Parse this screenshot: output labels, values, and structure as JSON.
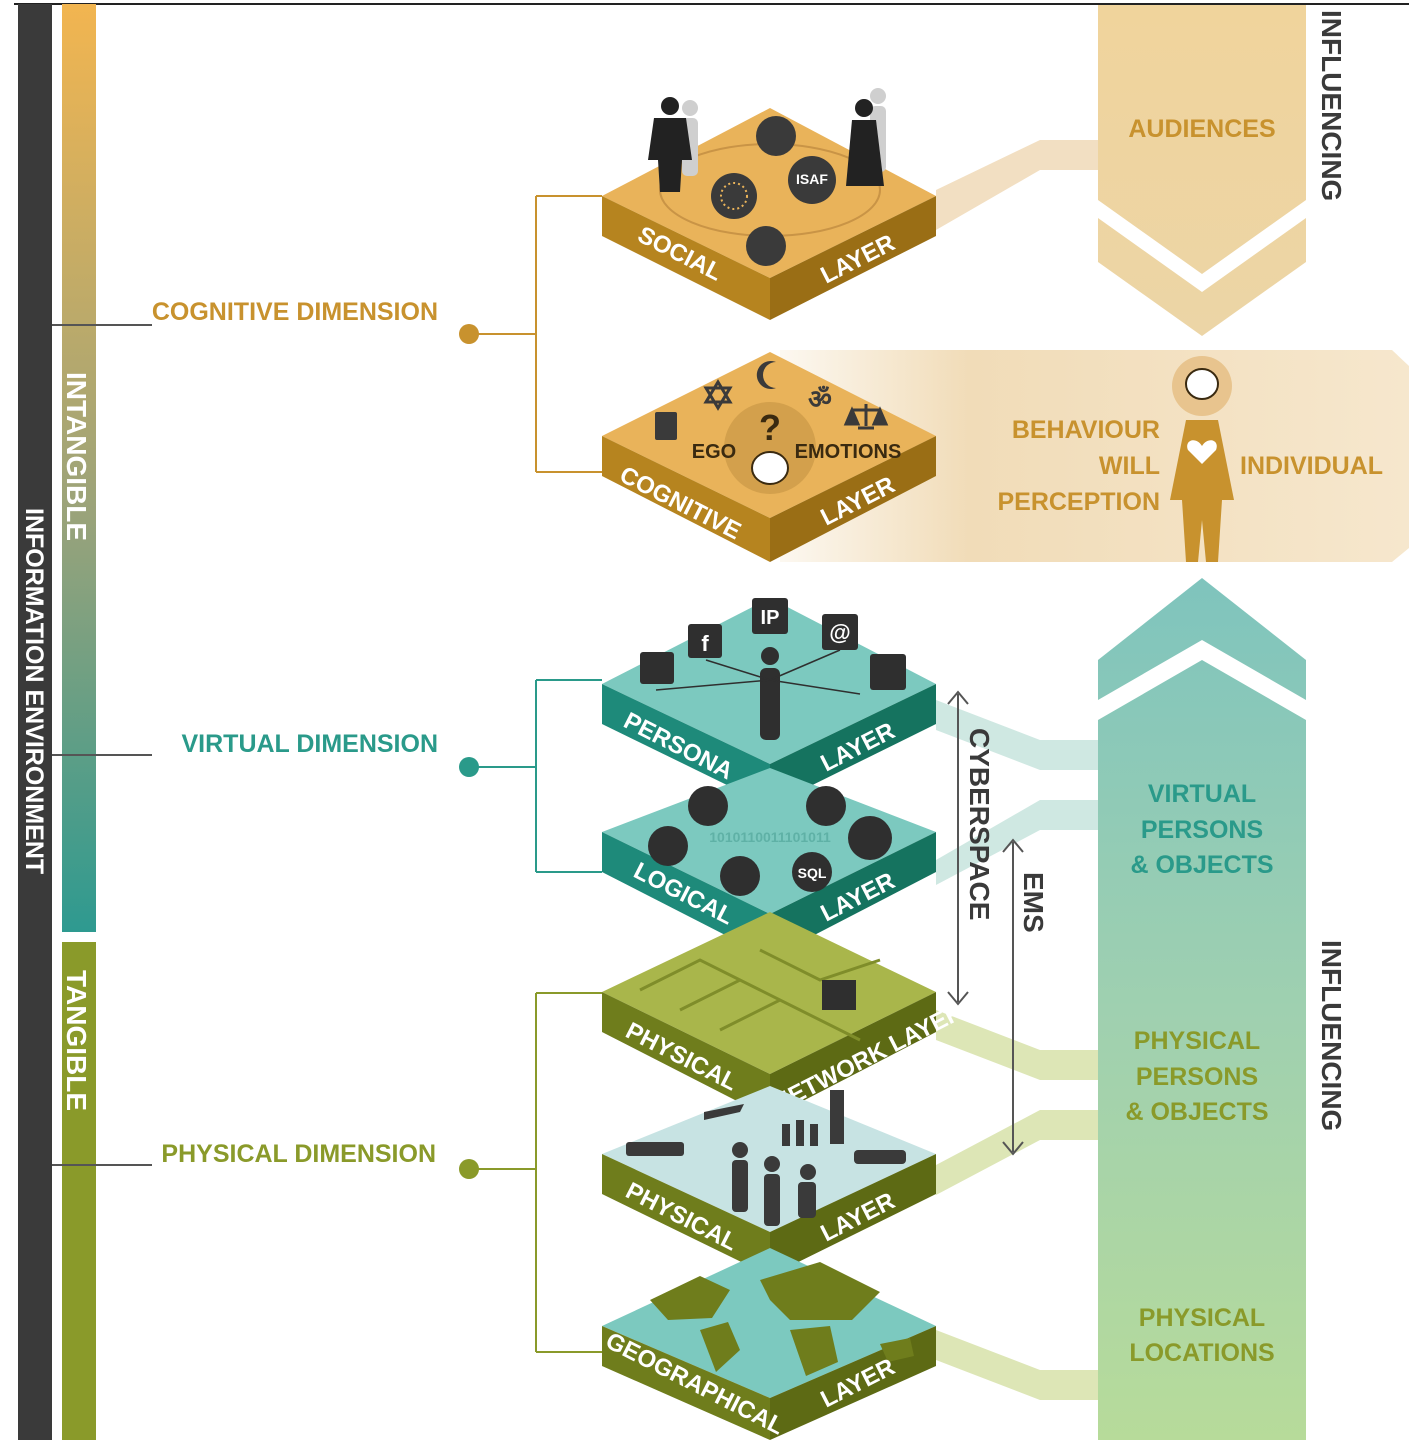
{
  "frame": {
    "environment_label": "INFORMATION ENVIRONMENT",
    "intangible_label": "INTANGIBLE",
    "tangible_label": "TANGIBLE"
  },
  "dimensions": {
    "cognitive": "COGNITIVE DIMENSION",
    "virtual": "VIRTUAL DIMENSION",
    "physical": "PHYSICAL DIMENSION"
  },
  "layers": {
    "social": {
      "left": "SOCIAL",
      "right": "LAYER"
    },
    "cognitive": {
      "left": "COGNITIVE",
      "right": "LAYER",
      "inner_left": "EGO",
      "inner_right": "EMOTIONS",
      "question": "?"
    },
    "persona": {
      "left": "PERSONA",
      "right": "LAYER",
      "badges": [
        "IP",
        "f",
        "@"
      ]
    },
    "logical": {
      "left": "LOGICAL",
      "right": "LAYER",
      "badges": [
        "SQL"
      ],
      "binary": "1010110011101011"
    },
    "physical_network": {
      "left": "PHYSICAL",
      "right": "NETWORK LAYER"
    },
    "physical": {
      "left": "PHYSICAL",
      "right": "LAYER"
    },
    "geographical": {
      "left": "GEOGRAPHICAL",
      "right": "LAYER"
    }
  },
  "social_badges": [
    "ISAF"
  ],
  "measures": {
    "cyberspace": "CYBERSPACE",
    "ems": "EMS"
  },
  "influencing": {
    "top": "INFLUENCING",
    "bottom": "INFLUENCING"
  },
  "targets": {
    "audiences": "AUDIENCES",
    "behaviour": "BEHAVIOUR",
    "will": "WILL",
    "perception": "PERCEPTION",
    "individual": "INDIVIDUAL",
    "virtual": [
      "VIRTUAL",
      "PERSONS",
      "& OBJECTS"
    ],
    "physical_objects": [
      "PHYSICAL",
      "PERSONS",
      "& OBJECTS"
    ],
    "locations": [
      "PHYSICAL",
      "LOCATIONS"
    ]
  },
  "colors": {
    "cognitive": "#c8922e",
    "virtual": "#2a9a8a",
    "physical": "#8a9a2a",
    "frame": "#3a3a3a"
  }
}
